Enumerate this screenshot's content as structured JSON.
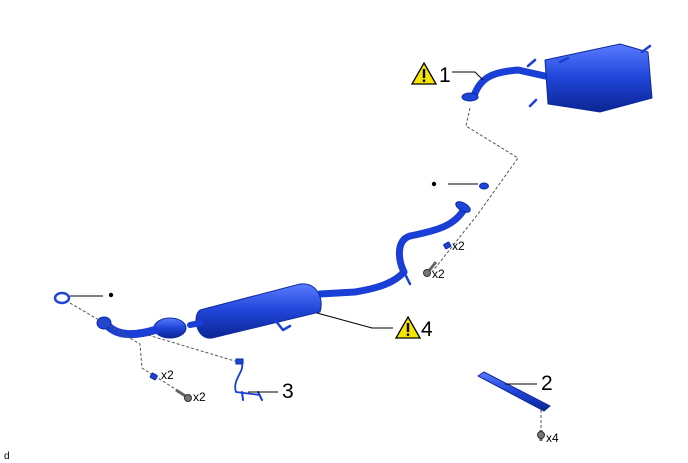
{
  "diagram": {
    "callouts": [
      {
        "id": "1",
        "label": "1",
        "warning": true
      },
      {
        "id": "2",
        "label": "2",
        "warning": false
      },
      {
        "id": "3",
        "label": "3",
        "warning": false
      },
      {
        "id": "4",
        "label": "4",
        "warning": true
      }
    ],
    "quantities": {
      "rear_nut": "x2",
      "rear_bolt": "x2",
      "front_nut": "x2",
      "front_bolt": "x2",
      "plate_bolt": "x4"
    },
    "footer_mark": "d",
    "colors": {
      "part": "#1f44d8",
      "warning": "#f5e600"
    }
  }
}
